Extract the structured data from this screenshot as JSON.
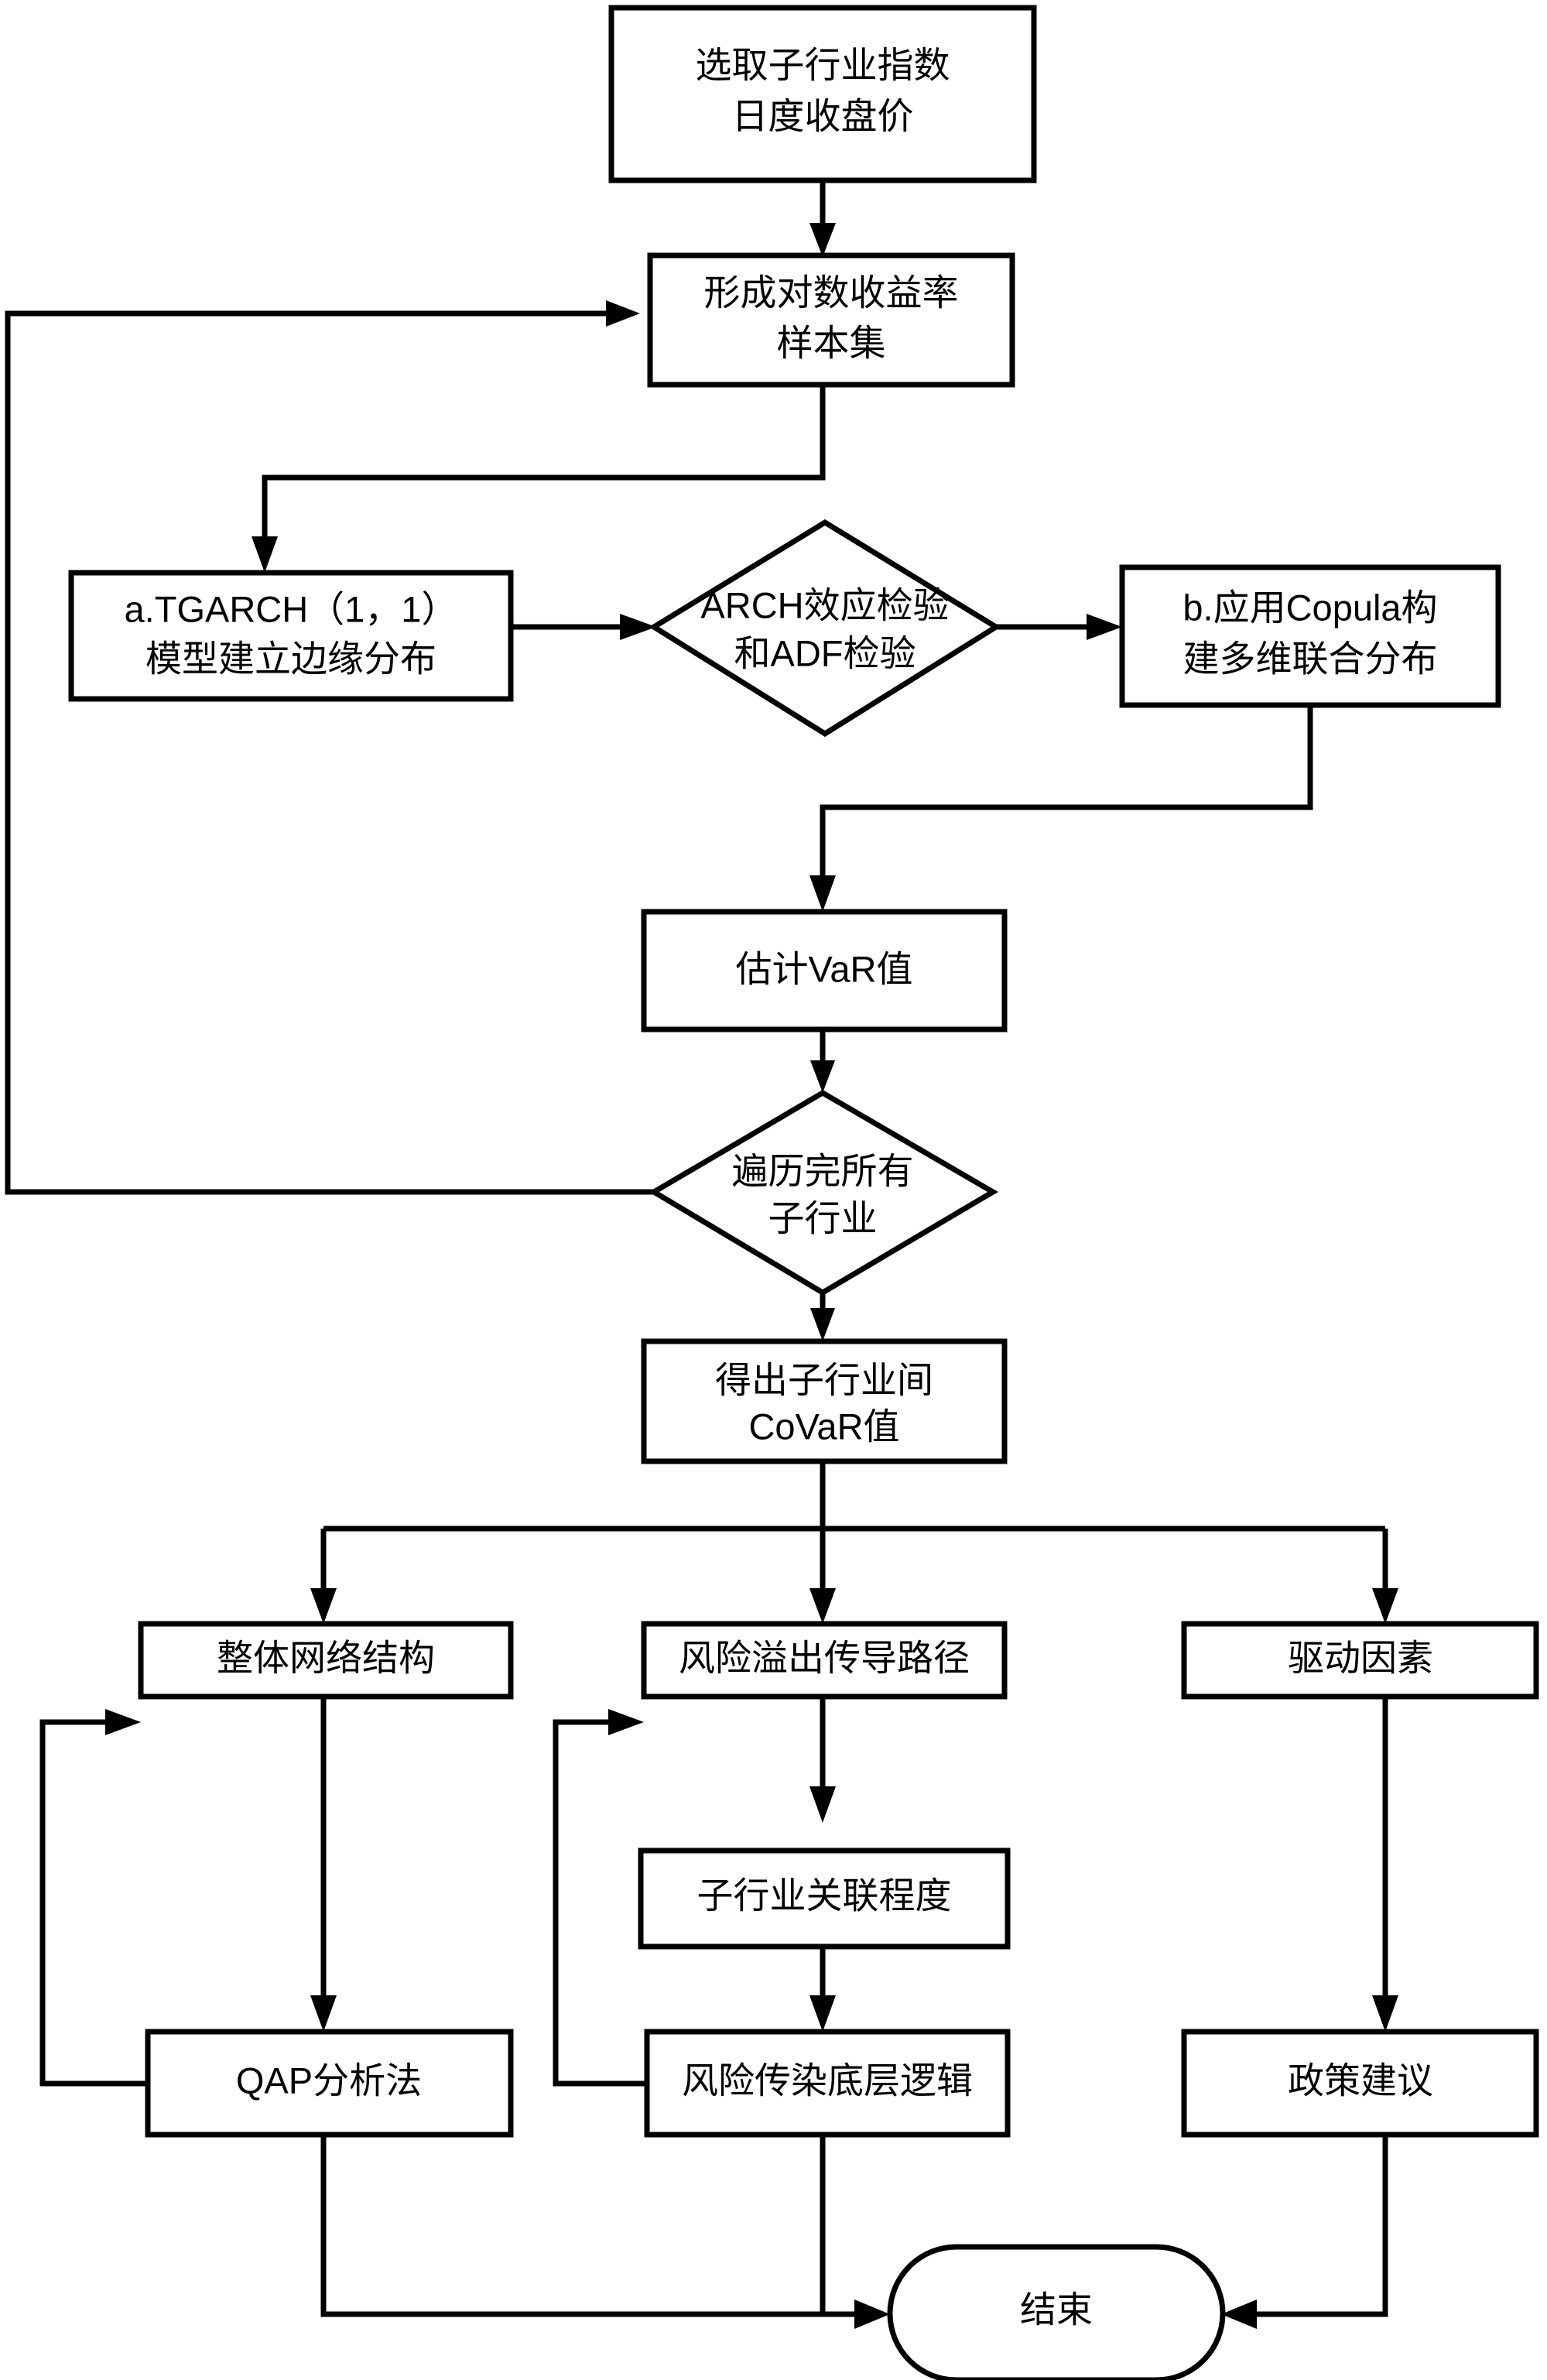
{
  "diagram": {
    "title": "子行业风险溢出网络研究流程图",
    "background_color": "#ffffff",
    "line_color": "#000000",
    "node_fill": "#ffffff"
  },
  "nodes": {
    "start_source": {
      "shape": "rectangle",
      "line1": "选取子行业指数",
      "line2": "日度收盘价"
    },
    "log_return_sample": {
      "shape": "rectangle",
      "line1": "形成对数收益率",
      "line2": "样本集"
    },
    "tgarch": {
      "shape": "rectangle",
      "line1": "a.TGARCH（1，1）",
      "line2": "模型建立边缘分布"
    },
    "arch_adf_test": {
      "shape": "diamond",
      "line1": "ARCH效应检验",
      "line2": "和ADF检验"
    },
    "copula": {
      "shape": "rectangle",
      "line1": "b.应用Copula构",
      "line2": "建多维联合分布"
    },
    "estimate_var": {
      "shape": "rectangle",
      "line1": "估计VaR值"
    },
    "traverse_all": {
      "shape": "diamond",
      "line1": "遍历完所有",
      "line2": "子行业"
    },
    "covar_result": {
      "shape": "rectangle",
      "line1": "得出子行业间",
      "line2": "CoVaR值"
    },
    "network_structure": {
      "shape": "rectangle",
      "line1": "整体网络结构"
    },
    "spillover_path": {
      "shape": "rectangle",
      "line1": "风险溢出传导路径"
    },
    "driving_factors": {
      "shape": "rectangle",
      "line1": "驱动因素"
    },
    "industry_correlation": {
      "shape": "rectangle",
      "line1": "子行业关联程度"
    },
    "qap_method": {
      "shape": "rectangle",
      "line1": "QAP分析法"
    },
    "contagion_logic": {
      "shape": "rectangle",
      "line1": "风险传染底层逻辑"
    },
    "policy_advice": {
      "shape": "rectangle",
      "line1": "政策建议"
    },
    "end_node": {
      "shape": "terminal",
      "line1": "结束"
    }
  }
}
